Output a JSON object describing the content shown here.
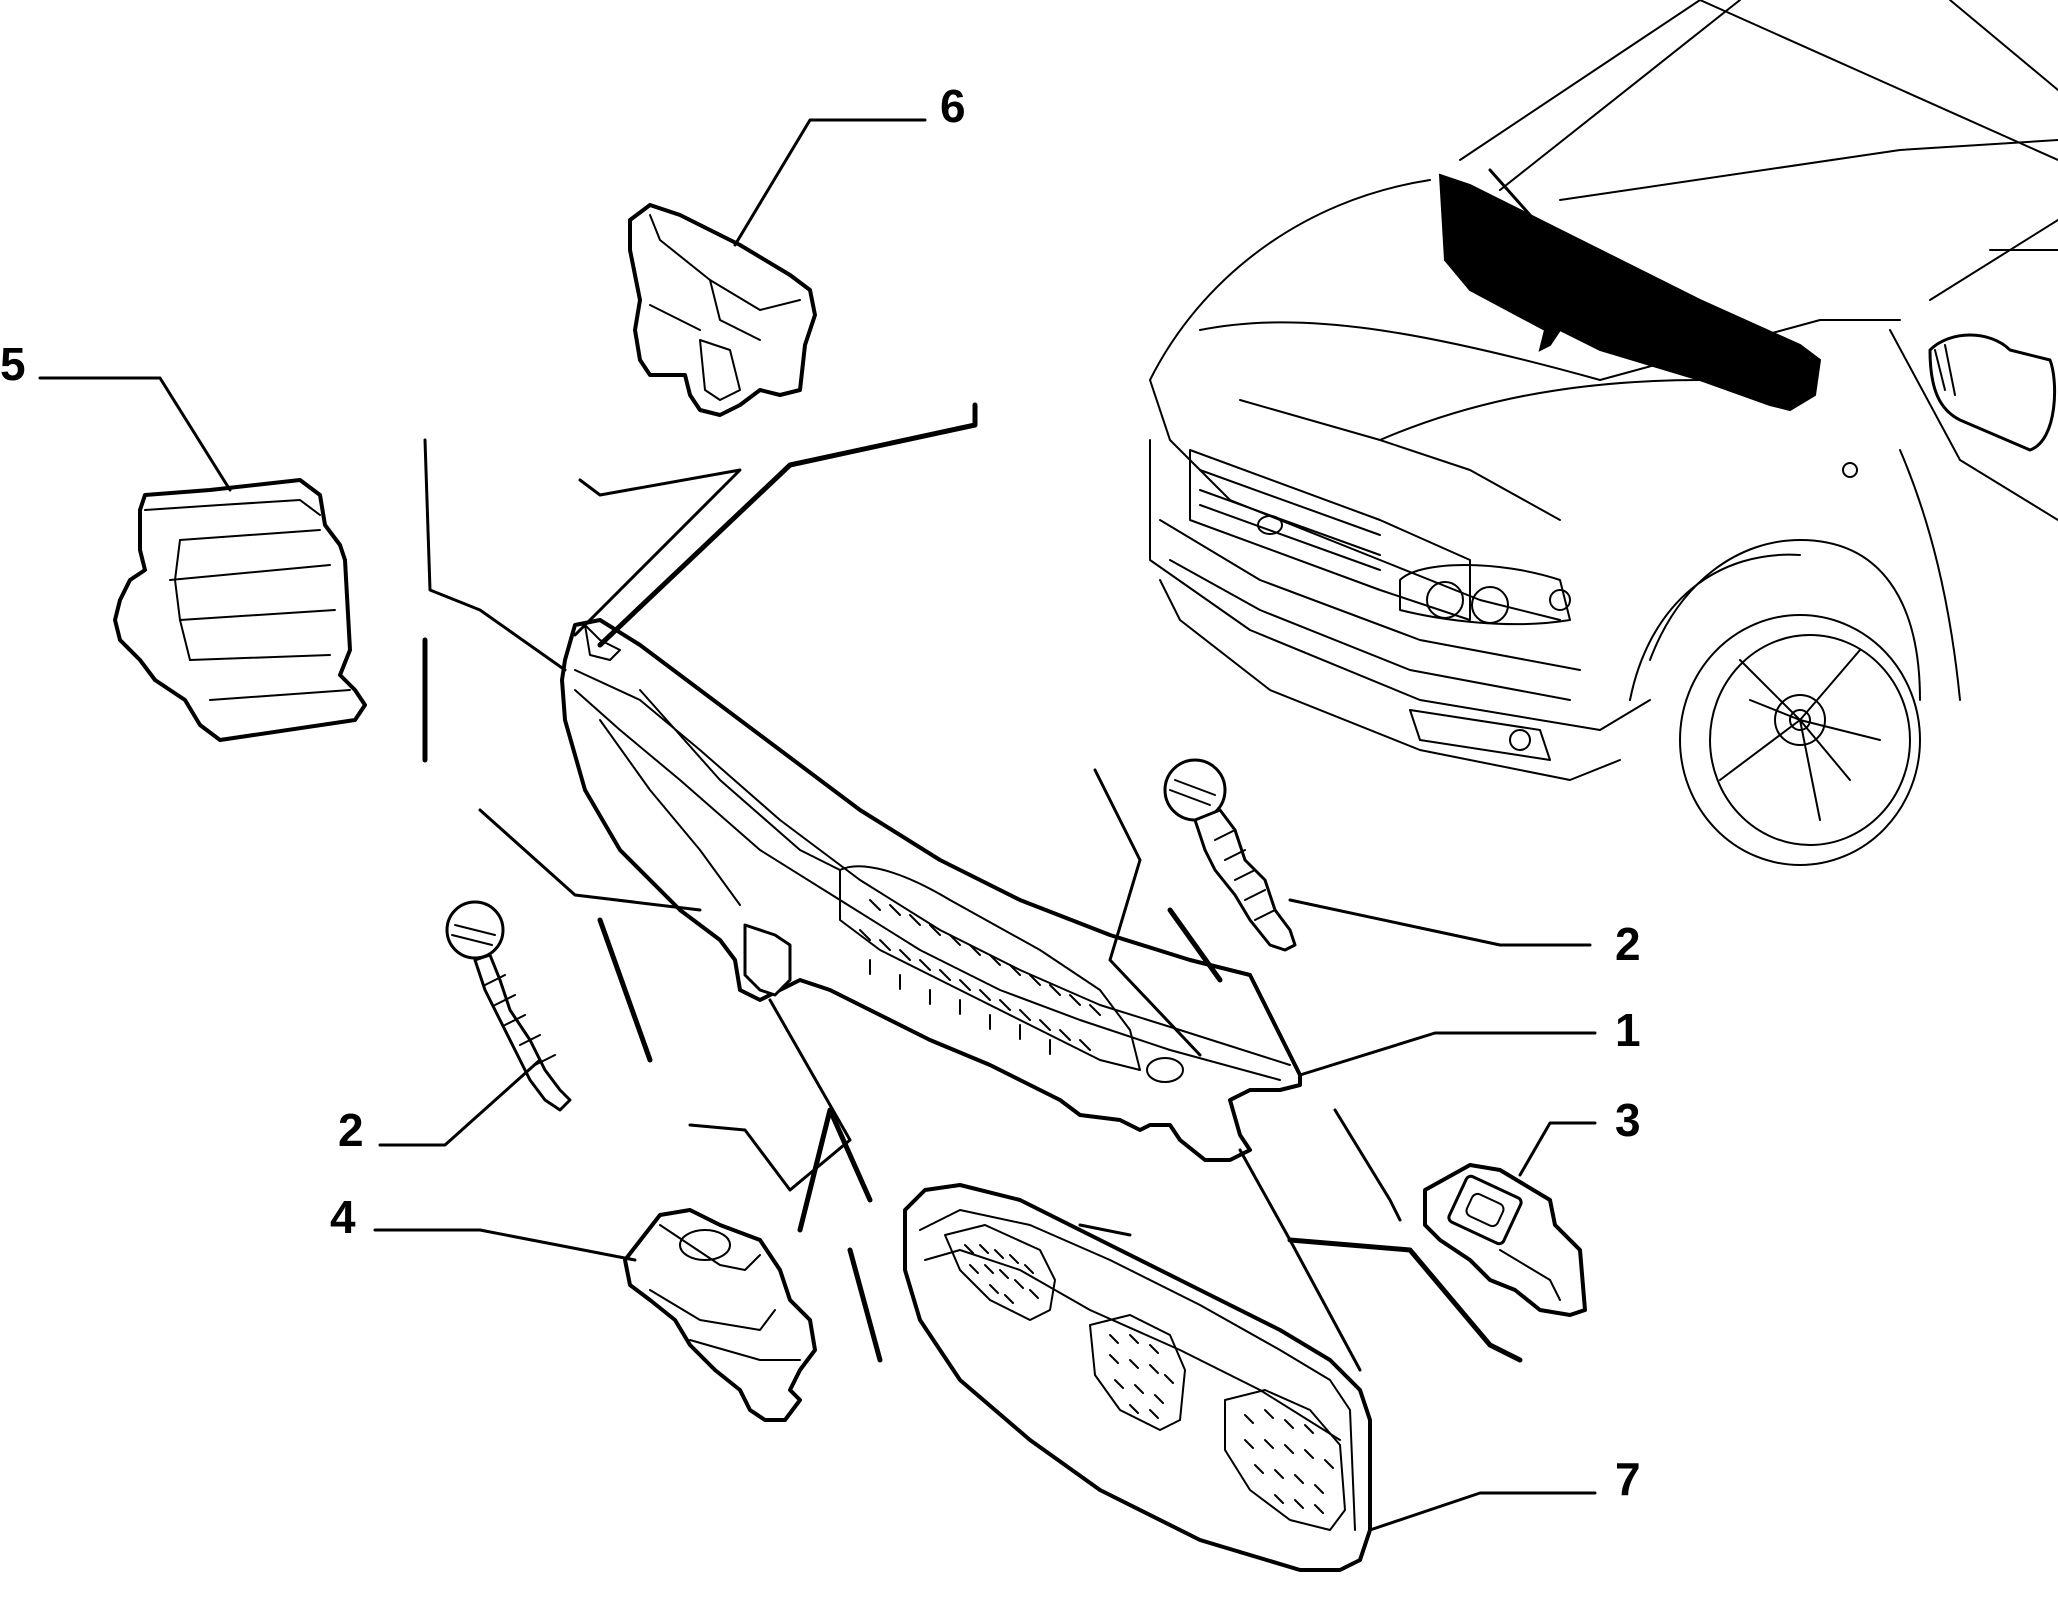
{
  "callouts": [
    {
      "id": "part-1",
      "label": "1"
    },
    {
      "id": "part-2a",
      "label": "2"
    },
    {
      "id": "part-2b",
      "label": "2"
    },
    {
      "id": "part-3",
      "label": "3"
    },
    {
      "id": "part-4",
      "label": "4"
    },
    {
      "id": "part-5",
      "label": "5"
    },
    {
      "id": "part-6",
      "label": "6"
    },
    {
      "id": "part-7",
      "label": "7"
    }
  ],
  "colors": {
    "line": "#000000",
    "background": "#ffffff"
  }
}
